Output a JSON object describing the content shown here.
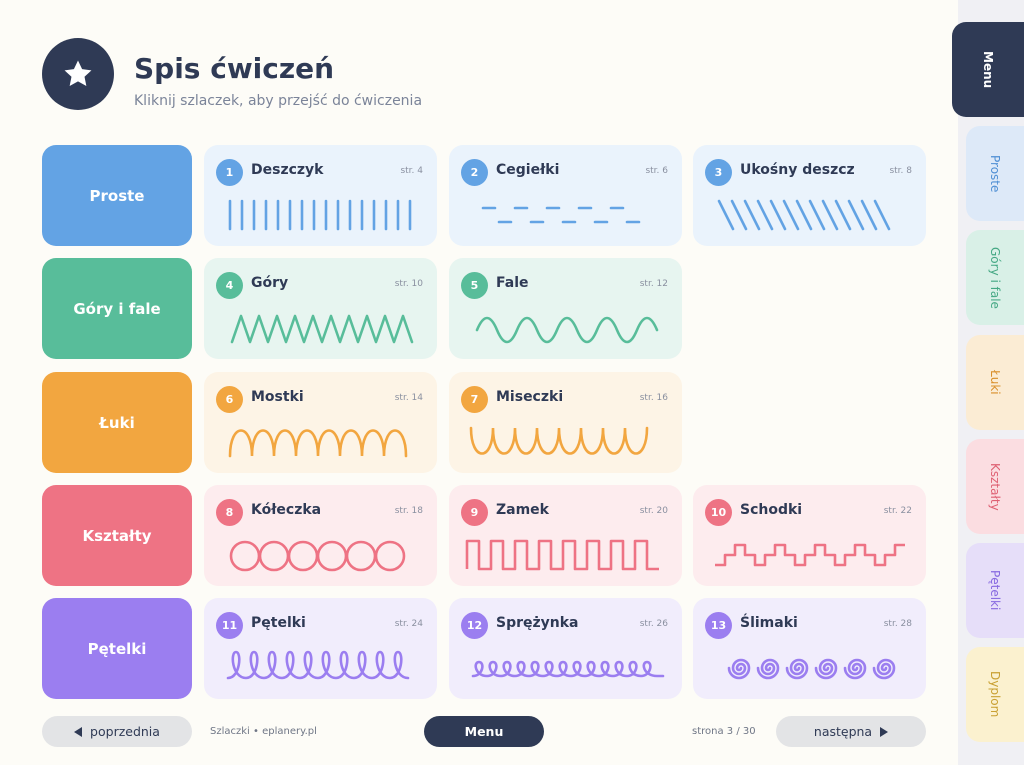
{
  "header": {
    "title": "Spis ćwiczeń",
    "subtitle": "Kliknij szlaczek, aby przejść do ćwiczenia",
    "icon": "star-icon"
  },
  "colors": {
    "blue": "#63a3e4",
    "green": "#58bd9a",
    "orange": "#f2a640",
    "red": "#ee7384",
    "purple": "#9b7ef0",
    "navy": "#2f3a55"
  },
  "categories": [
    {
      "label": "Proste"
    },
    {
      "label": "Góry i fale"
    },
    {
      "label": "Łuki"
    },
    {
      "label": "Kształty"
    },
    {
      "label": "Pętelki"
    }
  ],
  "exercises": [
    {
      "num": "1",
      "name": "Deszczyk",
      "page": "str. 4"
    },
    {
      "num": "2",
      "name": "Cegiełki",
      "page": "str. 6"
    },
    {
      "num": "3",
      "name": "Ukośny deszcz",
      "page": "str. 8"
    },
    {
      "num": "4",
      "name": "Góry",
      "page": "str. 10"
    },
    {
      "num": "5",
      "name": "Fale",
      "page": "str. 12"
    },
    {
      "num": "6",
      "name": "Mostki",
      "page": "str. 14"
    },
    {
      "num": "7",
      "name": "Miseczki",
      "page": "str. 16"
    },
    {
      "num": "8",
      "name": "Kółeczka",
      "page": "str. 18"
    },
    {
      "num": "9",
      "name": "Zamek",
      "page": "str. 20"
    },
    {
      "num": "10",
      "name": "Schodki",
      "page": "str. 22"
    },
    {
      "num": "11",
      "name": "Pętelki",
      "page": "str. 24"
    },
    {
      "num": "12",
      "name": "Sprężynka",
      "page": "str. 26"
    },
    {
      "num": "13",
      "name": "Ślimaki",
      "page": "str. 28"
    }
  ],
  "footer": {
    "prev_label": "poprzednia",
    "menu_label": "Menu",
    "next_label": "następna",
    "source": "Szlaczki  •  eplanery.pl",
    "page_indicator": "strona 3 / 30"
  },
  "sidebar": {
    "tabs": [
      {
        "label": "Menu"
      },
      {
        "label": "Proste"
      },
      {
        "label": "Góry i fale"
      },
      {
        "label": "Łuki"
      },
      {
        "label": "Kształty"
      },
      {
        "label": "Pętelki"
      },
      {
        "label": "Dyplom"
      }
    ]
  }
}
